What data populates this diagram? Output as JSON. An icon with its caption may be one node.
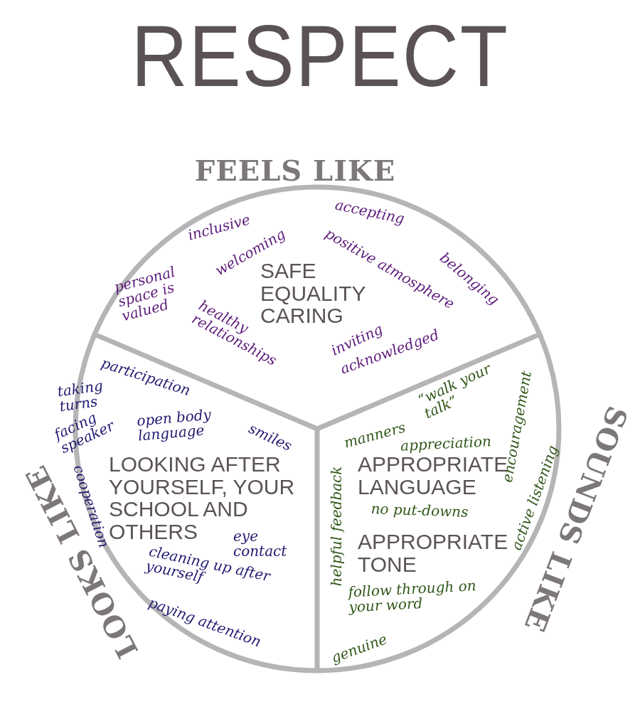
{
  "diagram": {
    "title": "RESPECT",
    "nodes": [
      {
        "text": [
          "FEELS LIKE",
          "SAFE EQUALITY CARING",
          "inclusive",
          "accepting",
          "personal space is valued",
          "welcoming",
          "positive atmosphere",
          "belonging",
          "healthy relationships",
          "inviting",
          "acknowledged"
        ]
      },
      {
        "text": [
          "LOOKS LIKE",
          "LOOKING AFTER YOURSELF, YOUR SCHOOL AND OTHERS",
          "participation",
          "taking turns",
          "open body language",
          "facing speaker",
          "smiles",
          "cooperation",
          "eye contact",
          "cleaning up after yourself",
          "paying attention"
        ]
      },
      {
        "text": [
          "SOUNDS LIKE",
          "“walk your talk”",
          "encouragement",
          "manners",
          "appreciation",
          "APPROPRIATE LANGUAGE",
          "active listening",
          "no put-downs",
          "helpful feedback",
          "APPROPRIATE TONE",
          "follow through on your word",
          "genuine"
        ]
      }
    ]
  }
}
